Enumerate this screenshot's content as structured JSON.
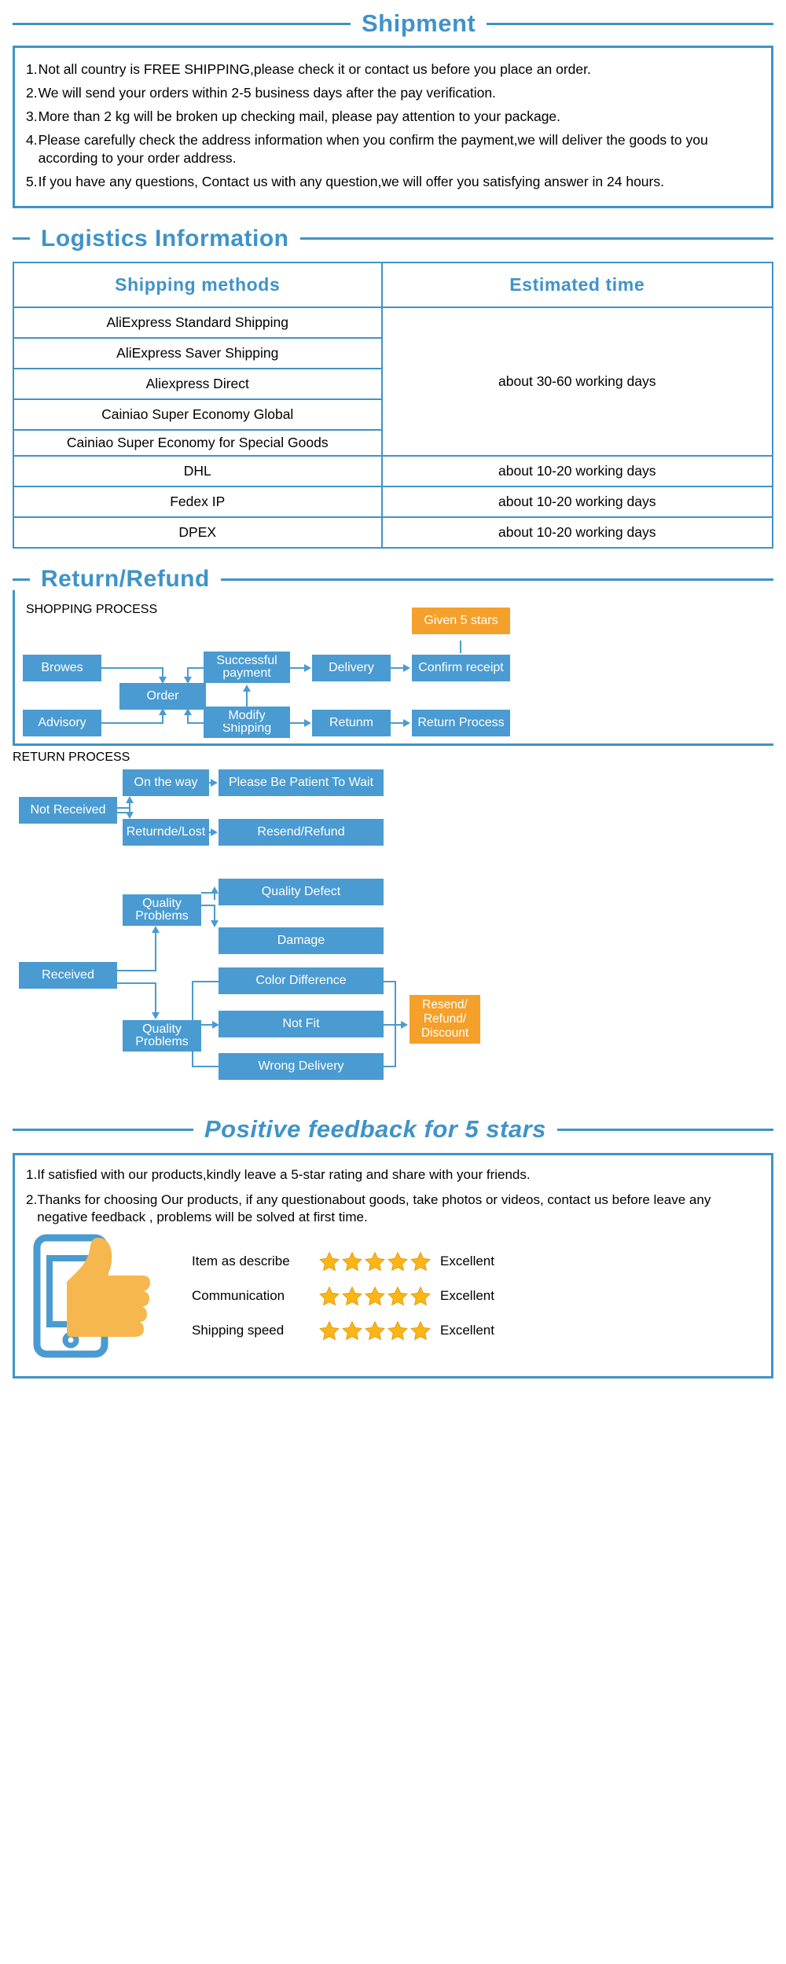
{
  "shipment": {
    "heading": "Shipment",
    "items": [
      {
        "num": "1.",
        "text": "Not all country is FREE SHIPPING,please check it or contact us before you place an order."
      },
      {
        "num": "2.",
        "text": "We will send your orders within 2-5 business days after the pay verification."
      },
      {
        "num": "3.",
        "text": "More than 2 kg will be broken up checking mail, please pay attention to your package."
      },
      {
        "num": "4.",
        "text": "Please carefully check the address information when you confirm the payment,we will deliver the goods to you according to your order address."
      },
      {
        "num": "5.",
        "text": "If you have any questions, Contact us with any question,we will offer you satisfying answer in 24 hours."
      }
    ]
  },
  "logistics": {
    "heading": "Logistics  Information",
    "columns": [
      "Shipping  methods",
      "Estimated  time"
    ],
    "rows": [
      {
        "method": "AliExpress Standard Shipping",
        "time": "about 30-60 working days",
        "group": "start"
      },
      {
        "method": "AliExpress Saver Shipping",
        "time": "",
        "group": "mid"
      },
      {
        "method": "Aliexpress Direct",
        "time": "",
        "group": "mid"
      },
      {
        "method": "Cainiao Super Economy Global",
        "time": "",
        "group": "mid"
      },
      {
        "method": "Cainiao Super Economy for Special Goods",
        "time": "",
        "group": "end"
      },
      {
        "method": "DHL",
        "time": "about 10-20  working days",
        "group": "own"
      },
      {
        "method": "Fedex IP",
        "time": "about 10-20  working days",
        "group": "own"
      },
      {
        "method": "DPEX",
        "time": "about 10-20  working days",
        "group": "own"
      }
    ]
  },
  "return": {
    "heading": "Return/Refund",
    "shopping_label": "SHOPPING PROCESS",
    "return_label": "RETURN PROCESS",
    "shopping_nodes": {
      "browes": "Browes",
      "order": "Order",
      "advisory": "Advisory",
      "successful_payment": "Successful payment",
      "modify_shipping": "Modify Shipping",
      "delivery": "Delivery",
      "retunm": "Retunm",
      "confirm_receipt": "Confirm receipt",
      "return_process": "Return Process",
      "given_5_stars": "Given 5 stars"
    },
    "return_nodes": {
      "not_received": "Not Received",
      "on_the_way": "On the way",
      "please_be_patient": "Please Be Patient To Wait",
      "returnde_lost": "Returnde/Lost",
      "resend_refund": "Resend/Refund",
      "received": "Received",
      "quality_problems_1": "Quality Problems",
      "quality_problems_2": "Quality Problems",
      "quality_defect": "Quality Defect",
      "damage": "Damage",
      "color_difference": "Color Difference",
      "not_fit": "Not Fit",
      "wrong_delivery": "Wrong Delivery",
      "resend_refund_discount": "Resend/ Refund/ Discount"
    }
  },
  "feedback": {
    "heading": "Positive feedback for 5 stars",
    "items": [
      {
        "num": "1.",
        "text": "If satisfied with our products,kindly leave a 5-star rating and share with your friends."
      },
      {
        "num": "2.",
        "text": "Thanks for choosing Our products, if any questionabout goods, take photos or videos, contact us before leave any negative feedback , problems will be solved at first time."
      }
    ],
    "ratings": [
      {
        "label": "Item as describe",
        "stars": 5,
        "value": "Excellent"
      },
      {
        "label": "Communication",
        "stars": 5,
        "value": "Excellent"
      },
      {
        "label": "Shipping speed",
        "stars": 5,
        "value": "Excellent"
      }
    ]
  },
  "colors": {
    "brand_blue": "#3f93c9",
    "node_blue": "#4a9bd1",
    "orange": "#f5a02a",
    "star": "#fbb615"
  }
}
